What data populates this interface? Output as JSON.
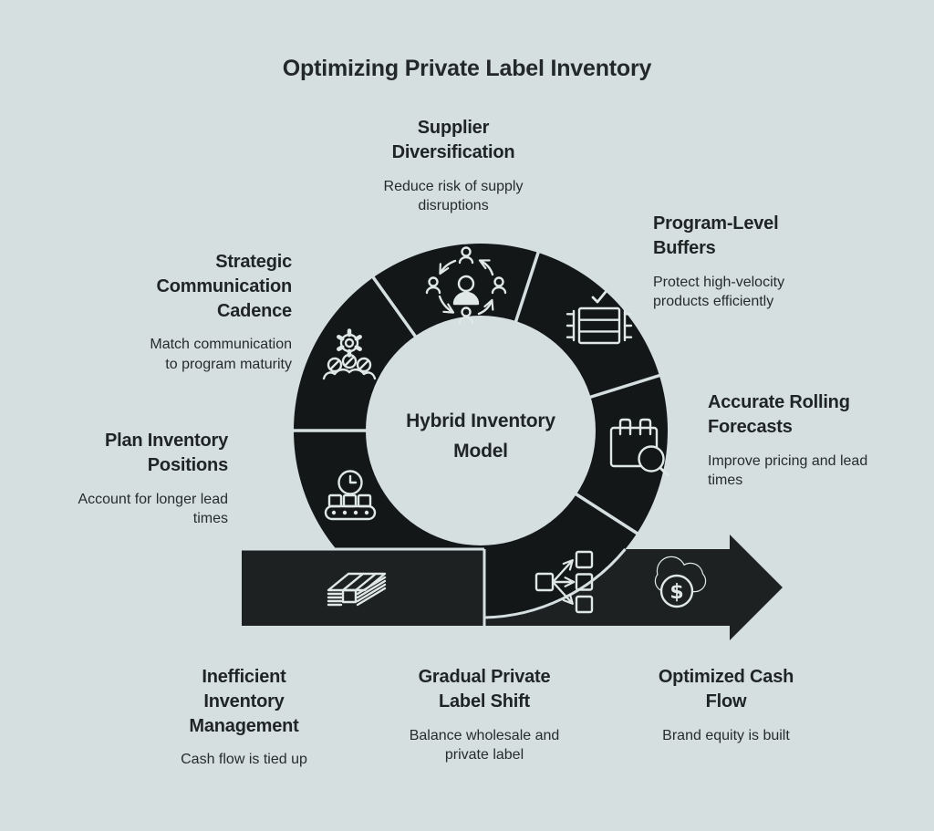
{
  "title": "Optimizing Private Label Inventory",
  "center": {
    "label": "Hybrid Inventory Model"
  },
  "colors": {
    "background": "#d5dfe0",
    "ring": "#141717",
    "band": "#1e2121",
    "icon_stroke": "#dfe7e7",
    "heading_text": "#1f2424",
    "body_text": "#262c2c"
  },
  "segments": {
    "supplier_diversification": {
      "heading": "Supplier Diversification",
      "description": "Reduce risk of supply disruptions",
      "icon": "people-network-icon"
    },
    "program_level_buffers": {
      "heading": "Program-Level Buffers",
      "description": "Protect high-velocity products efficiently",
      "icon": "buffer-stack-check-icon"
    },
    "accurate_rolling_forecasts": {
      "heading": "Accurate Rolling Forecasts",
      "description": "Improve pricing and lead times",
      "icon": "calendar-search-icon"
    },
    "gradual_private_label_shift": {
      "heading": "Gradual Private Label Shift",
      "description": "Balance wholesale and private label",
      "icon": "branch-distribution-icon"
    },
    "optimized_cash_flow": {
      "heading": "Optimized Cash Flow",
      "description": "Brand equity is built",
      "icon": "cloud-dollar-icon"
    },
    "inefficient_inventory_management": {
      "heading": "Inefficient Inventory Management",
      "description": "Cash flow is tied up",
      "icon": "cash-stack-icon"
    },
    "plan_inventory_positions": {
      "heading": "Plan Inventory Positions",
      "description": "Account for longer lead times",
      "icon": "clock-conveyor-icon"
    },
    "strategic_communication_cadence": {
      "heading": "Strategic Communication Cadence",
      "description": "Match communication to program maturity",
      "icon": "gear-team-icon"
    }
  }
}
